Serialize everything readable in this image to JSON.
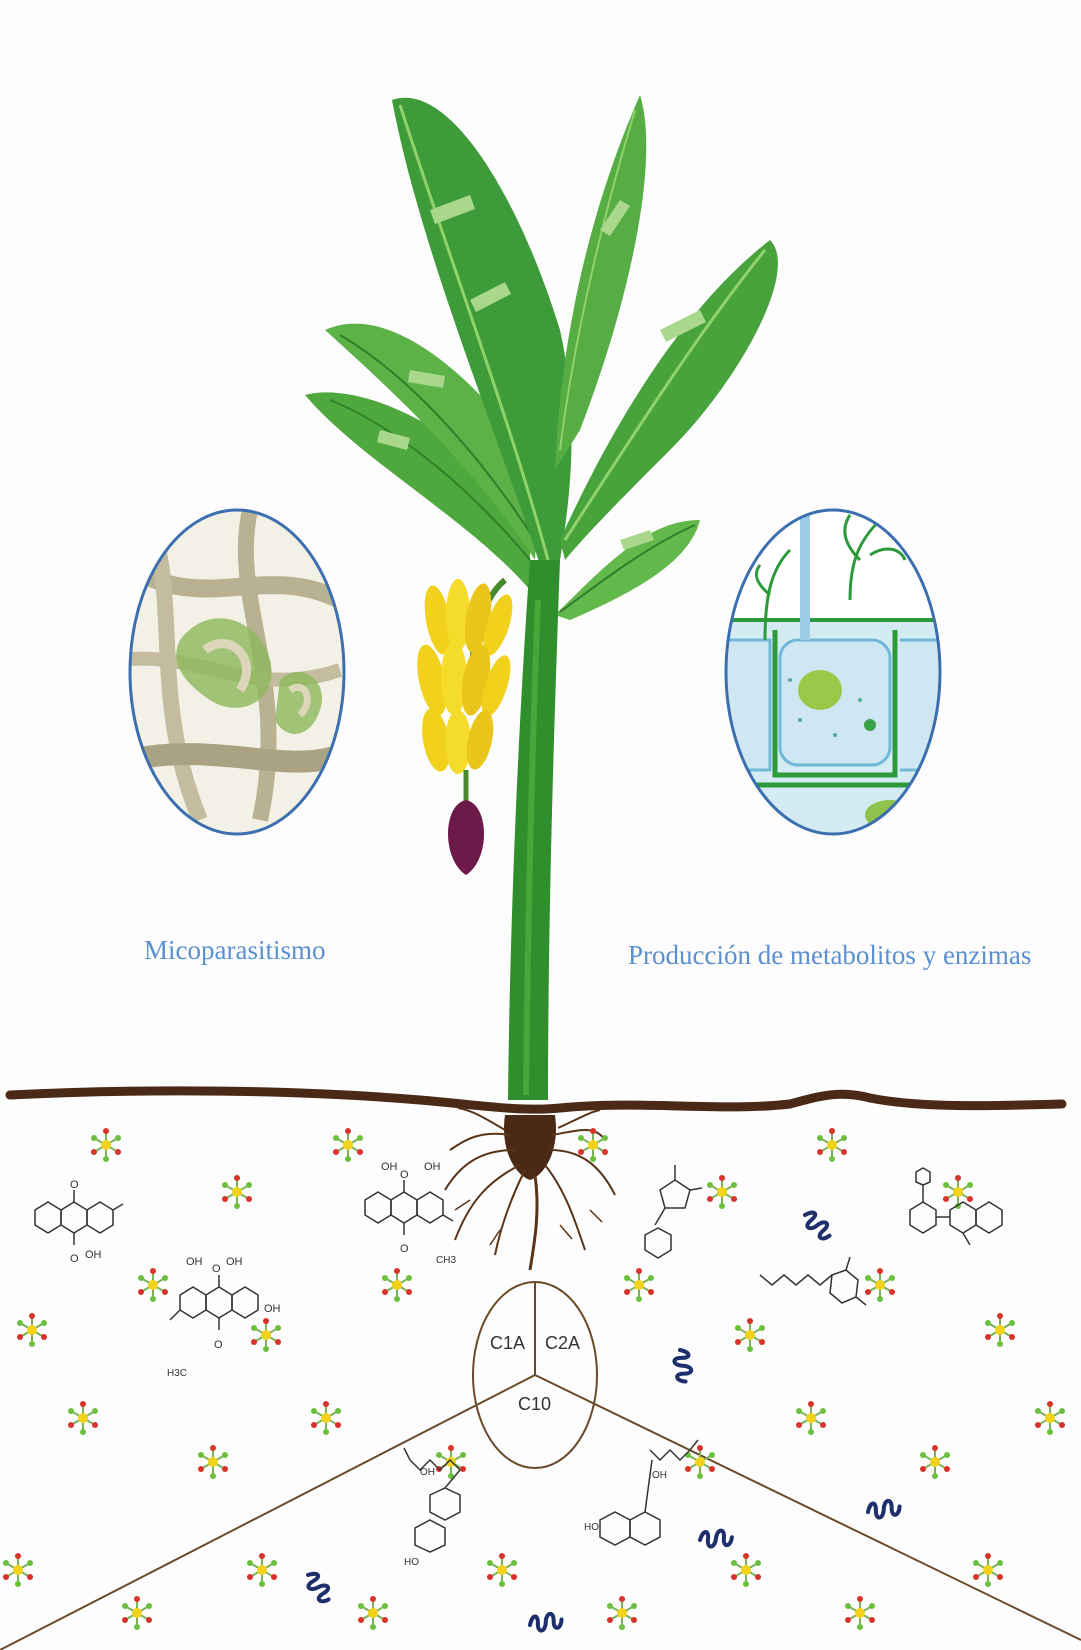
{
  "labels": {
    "left": "Micoparasitismo",
    "right": "Producción de metabolitos y enzimas"
  },
  "sections": [
    "C1A",
    "C2A",
    "C10"
  ],
  "chem_labels": {
    "oh": "OH",
    "o": "O",
    "ch3": "CH3",
    "h3c": "H3C",
    "ho": "HO"
  },
  "colors": {
    "label_blue": "#5b8fd0",
    "leaf_green": "#3e9b3a",
    "leaf_light": "#7cc25a",
    "stem_green": "#2f8f2c",
    "soil_brown": "#4a2a17",
    "banana_yellow": "#f1d11c",
    "flower_purple": "#6b1a4a",
    "circle_border": "#3b6fb0"
  },
  "icons": {
    "microbe": "spore-cluster-icon",
    "bacterium": "coiled-bacterium-icon"
  }
}
